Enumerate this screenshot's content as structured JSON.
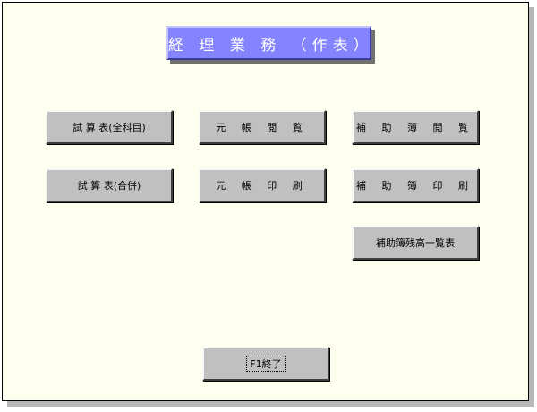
{
  "header": {
    "title": "経 理 業 務 （作表）"
  },
  "menu": {
    "trial_balance_all": "試 算 表(全科目)",
    "ledger_view": "元 帳 閲 覧",
    "sub_ledger_view": "補 助 簿 閲 覧",
    "trial_balance_combined": "試 算 表(合併)",
    "ledger_print": "元 帳 印 刷",
    "sub_ledger_print": "補 助 簿 印 刷",
    "sub_ledger_balance_list": "補助簿残高一覧表"
  },
  "footer": {
    "exit_label": "F1終了"
  }
}
